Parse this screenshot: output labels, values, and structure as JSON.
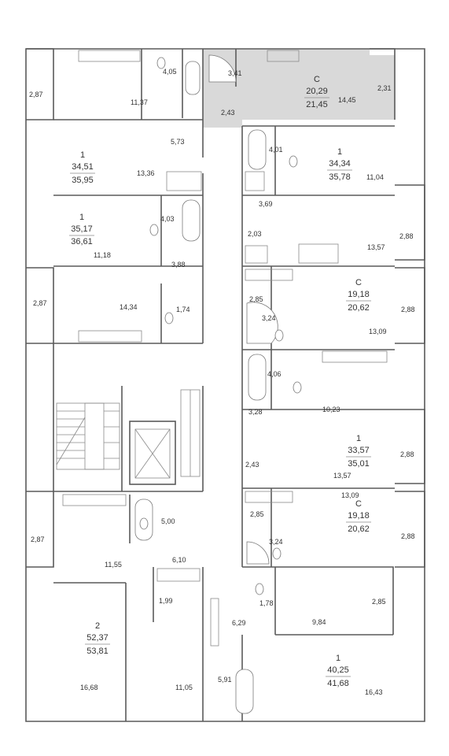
{
  "colors": {
    "highlight": "#d9d9d9",
    "wall": "#5a5a5a"
  },
  "apartments": [
    {
      "id": "c-top",
      "type": "С",
      "living": "20,29",
      "total": "21,45",
      "highlighted": true
    },
    {
      "id": "1-a",
      "type": "1",
      "living": "34,51",
      "total": "35,95"
    },
    {
      "id": "1-b",
      "type": "1",
      "living": "34,34",
      "total": "35,78"
    },
    {
      "id": "1-c",
      "type": "1",
      "living": "35,17",
      "total": "36,61"
    },
    {
      "id": "c-mid1",
      "type": "С",
      "living": "19,18",
      "total": "20,62"
    },
    {
      "id": "1-d",
      "type": "1",
      "living": "33,57",
      "total": "35,01"
    },
    {
      "id": "c-mid2",
      "type": "С",
      "living": "19,18",
      "total": "20,62"
    },
    {
      "id": "2-a",
      "type": "2",
      "living": "52,37",
      "total": "53,81"
    },
    {
      "id": "1-e",
      "type": "1",
      "living": "40,25",
      "total": "41,68"
    }
  ],
  "rooms": [
    "2,87",
    "4,05",
    "11,37",
    "3,41",
    "14,45",
    "2,31",
    "2,43",
    "5,73",
    "4,01",
    "13,36",
    "11,04",
    "4,03",
    "3,69",
    "2,03",
    "2,88",
    "11,18",
    "13,57",
    "3,88",
    "2,85",
    "2,87",
    "14,34",
    "1,74",
    "3,24",
    "2,88",
    "13,09",
    "4,06",
    "3,28",
    "10,23",
    "2,88",
    "2,43",
    "13,57",
    "13,09",
    "2,85",
    "5,00",
    "2,87",
    "3,24",
    "2,88",
    "6,10",
    "11,55",
    "1,99",
    "1,78",
    "2,85",
    "6,29",
    "9,84",
    "5,91",
    "16,68",
    "11,05",
    "16,43"
  ]
}
